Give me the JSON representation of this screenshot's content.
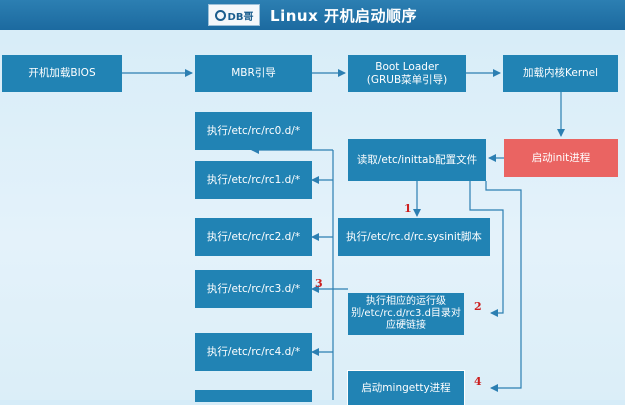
{
  "header": {
    "logo_text": "DB哥",
    "title": "Linux 开机启动顺序"
  },
  "flow": {
    "power_on": "开机加载BIOS",
    "mbr": "MBR引导",
    "boot_loader": "Boot Loader\n(GRUB菜单引导)",
    "kernel": "加载内核Kernel",
    "init": "启动init进程",
    "inittab": "读取/etc/inittab配置文件",
    "sysinit": "执行/etc/rc.d/rc.sysinit脚本",
    "runlevel": "执行相应的运行级别/etc/rc.d/rc3.d目录对应硬链接",
    "mingetty": "启动mingetty进程"
  },
  "runlevels": [
    "执行/etc/rc/rc0.d/*",
    "执行/etc/rc/rc1.d/*",
    "执行/etc/rc/rc2.d/*",
    "执行/etc/rc/rc3.d/*",
    "执行/etc/rc/rc4.d/*"
  ],
  "step_numbers": {
    "one": "1",
    "two": "2",
    "three": "3",
    "four": "4"
  }
}
